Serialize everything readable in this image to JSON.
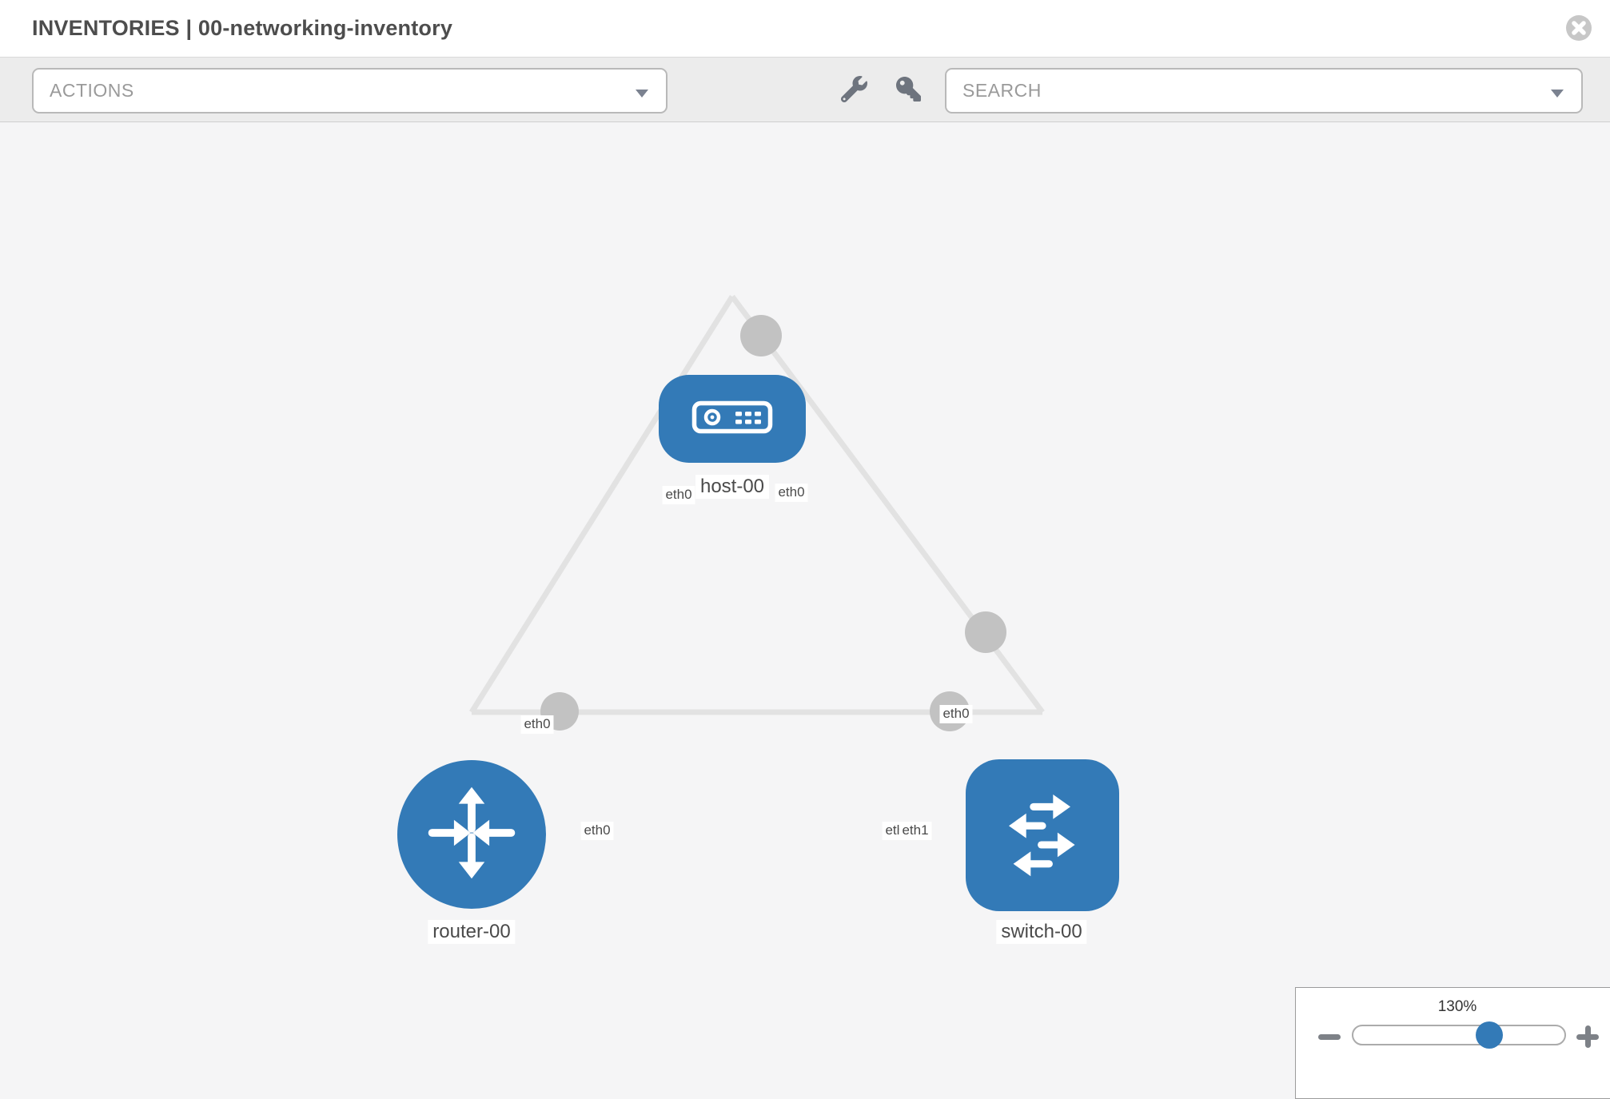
{
  "header": {
    "title": "INVENTORIES | 00-networking-inventory",
    "close_icon": "circle-x"
  },
  "toolbar": {
    "actions_label": "ACTIONS",
    "search_placeholder": "SEARCH",
    "icons": [
      "wrench-icon",
      "key-icon",
      "caret-down-icon"
    ]
  },
  "topology": {
    "nodes": [
      {
        "name": "host-00",
        "type": "host",
        "label": "host-00"
      },
      {
        "name": "router-00",
        "type": "router",
        "label": "router-00"
      },
      {
        "name": "switch-00",
        "type": "switch",
        "label": "switch-00"
      }
    ],
    "links": [
      {
        "source": "router-00",
        "target": "host-00",
        "source_interface": "eth0",
        "target_interface": "eth0"
      },
      {
        "source": "host-00",
        "target": "switch-00",
        "source_interface": "eth0",
        "target_interface": "eth0"
      },
      {
        "source": "router-00",
        "target": "switch-00",
        "source_interface": "eth0",
        "target_interface": "eth1"
      }
    ],
    "interface_labels": [
      {
        "text": "eth0"
      },
      {
        "text": "eth0"
      },
      {
        "text": "eth0"
      },
      {
        "text": "eth0"
      },
      {
        "text": "eth0"
      },
      {
        "text": "eth0"
      },
      {
        "text": "eth1"
      }
    ]
  },
  "zoom_control": {
    "level": "130%",
    "minus_icon": "minus",
    "plus_icon": "plus"
  },
  "colors": {
    "node_blue": "#337ab7",
    "link_gray": "#e2e2e2",
    "connector_gray": "#c2c2c2",
    "toolbar_gray": "#ececec",
    "canvas_gray": "#f5f5f6",
    "text_dark": "#4a4a4a",
    "placeholder_gray": "#9a9a9a"
  }
}
